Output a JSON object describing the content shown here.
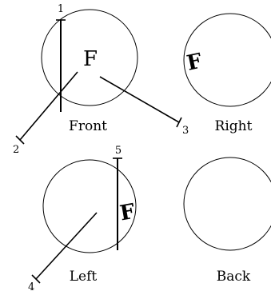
{
  "views": {
    "front": {
      "label": "Front",
      "glyph": "F"
    },
    "right": {
      "label": "Right",
      "glyph": "F"
    },
    "left": {
      "label": "Left",
      "glyph": "F"
    },
    "back": {
      "label": "Back"
    }
  },
  "axis_numbers": {
    "n1": "1",
    "n2": "2",
    "n3": "3",
    "n4": "4",
    "n5": "5"
  }
}
